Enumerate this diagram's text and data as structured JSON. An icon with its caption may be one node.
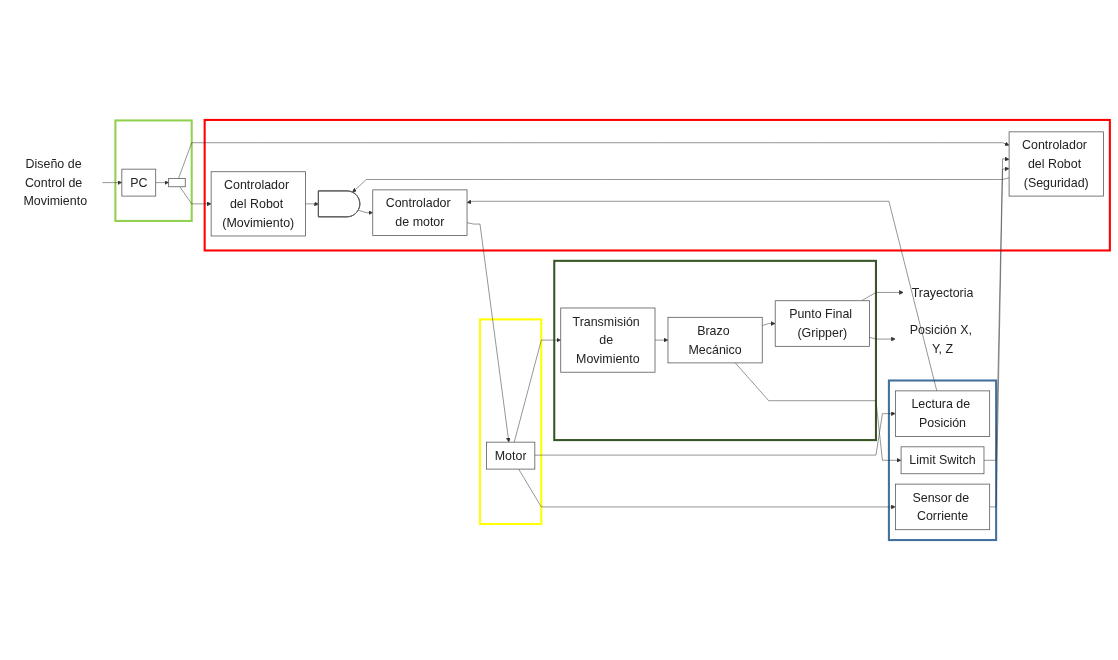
{
  "diagram": {
    "nodes": [
      {
        "text": [
          "Diseño de Control de Movimiento"
        ]
      },
      {
        "text": [],
        "shape": "box"
      },
      {
        "text": [
          "PC"
        ],
        "in": 1
      },
      {
        "text": [],
        "shape": "box",
        "in": 1
      },
      {
        "text": [],
        "shape": "box"
      },
      {
        "text": [
          "Limit Switch"
        ],
        "in": 4
      },
      {
        "text": [
          "Sensor de Corriente"
        ],
        "in": 4
      },
      {
        "text": [
          "Lectura de Posición"
        ],
        "in": 4
      },
      {
        "text": [],
        "shape": "box"
      },
      {
        "text": [
          "Controlador del Robot (Movimiento)"
        ],
        "in": 8
      },
      {
        "text": [
          "Controlador del Robot (Seguridad)"
        ],
        "in": 8
      },
      {
        "text": [],
        "shape": "gate",
        "in": 8
      },
      {
        "text": [
          "Controlador de motor"
        ],
        "in": 8
      },
      {
        "text": [],
        "shape": "box"
      },
      {
        "text": [
          "Motor"
        ],
        "in": 13
      },
      {
        "text": [],
        "shape": "box"
      },
      {
        "text": [
          "Transmisión de Movimiento"
        ],
        "in": 15
      },
      {
        "text": [
          "Brazo Mecánico"
        ],
        "in": 15
      },
      {
        "text": [
          "Punto Final (Gripper)"
        ],
        "in": 15
      },
      {
        "text": [
          "Trayectoria"
        ]
      },
      {
        "text": [
          "Posición X, Y, Z"
        ]
      }
    ],
    "edges": [
      {
        "from": 0,
        "to": 2,
        "arrow": "to"
      },
      {
        "from": 2,
        "to": 3,
        "arrow": "to"
      },
      {
        "from": 3,
        "to": 9,
        "arrow": "to"
      },
      {
        "from": 3,
        "to": 10,
        "arrow": "to"
      },
      {
        "from": 5,
        "to": 10,
        "arrow": "to"
      },
      {
        "from": 6,
        "to": 10,
        "arrow": "to"
      },
      {
        "from": 14,
        "to": 7,
        "arrow": "to"
      },
      {
        "from": 14,
        "to": 6,
        "arrow": "to"
      },
      {
        "from": 10,
        "to": 11,
        "arrow": "to"
      },
      {
        "from": 7,
        "to": 12,
        "arrow": "to"
      },
      {
        "from": 9,
        "to": 11,
        "arrow": "to"
      },
      {
        "from": 11,
        "to": 12,
        "arrow": "to"
      },
      {
        "from": 12,
        "to": 14,
        "arrow": "to"
      },
      {
        "from": 14,
        "to": 16,
        "arrow": "to"
      },
      {
        "from": 16,
        "to": 17,
        "arrow": "to"
      },
      {
        "from": 17,
        "to": 18,
        "arrow": "to"
      },
      {
        "from": 17,
        "to": 5,
        "arrow": "to"
      },
      {
        "from": 18,
        "to": 19,
        "arrow": "to"
      },
      {
        "from": 18,
        "to": 20,
        "arrow": "to"
      }
    ]
  }
}
